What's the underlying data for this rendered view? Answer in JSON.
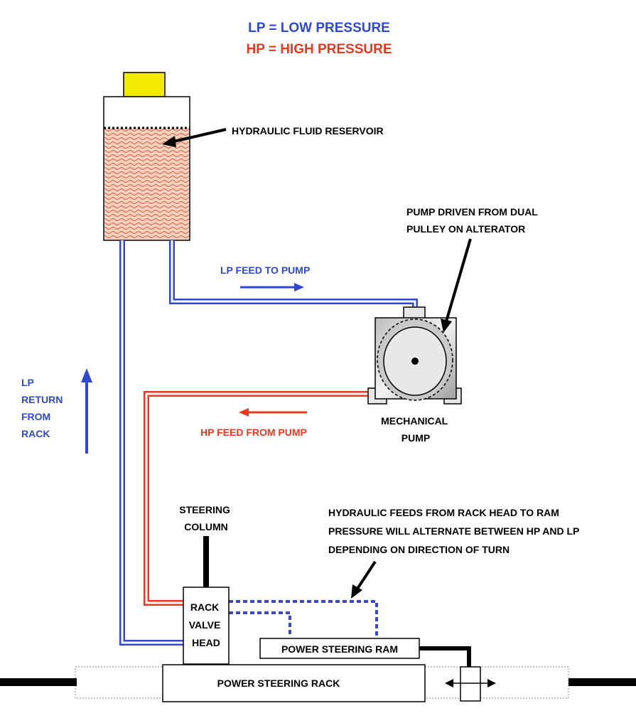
{
  "legend": {
    "lp": "LP  = LOW PRESSURE",
    "hp": "HP = HIGH PRESSURE"
  },
  "labels": {
    "reservoir": "HYDRAULIC FLUID RESERVOIR",
    "pump_driven_1": "PUMP DRIVEN FROM DUAL",
    "pump_driven_2": "PULLEY ON ALTERATOR",
    "lp_feed": "LP FEED TO PUMP",
    "lp_return": [
      "LP",
      "RETURN",
      "FROM",
      "RACK"
    ],
    "hp_feed": "HP FEED FROM PUMP",
    "mechanical_pump": [
      "MECHANICAL",
      "PUMP"
    ],
    "steering_column": [
      "STEERING",
      "COLUMN"
    ],
    "hydraulic_feeds": [
      "HYDRAULIC FEEDS FROM RACK HEAD TO RAM",
      "PRESSURE WILL ALTERNATE BETWEEN HP AND LP",
      "DEPENDING ON DIRECTION OF TURN"
    ],
    "rack_valve_head": [
      "RACK",
      "VALVE",
      "HEAD"
    ],
    "power_steering_ram": "POWER STEERING RAM",
    "power_steering_rack": "POWER STEERING RACK"
  },
  "colors": {
    "low_pressure": "#2f48d0",
    "high_pressure": "#e8381d",
    "reservoir_cap": "#f2ea00",
    "fluid": "#f6d3bf"
  }
}
